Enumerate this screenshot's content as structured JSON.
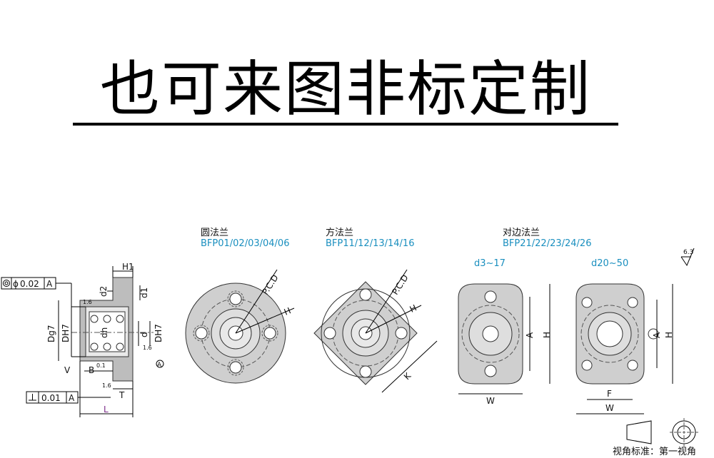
{
  "banner": {
    "text": "也可来图非标定制"
  },
  "side_view": {
    "tol_concentricity": "0.02",
    "tol_concentricity_ref": "A",
    "tol_perp": "0.01",
    "tol_perp_ref": "A",
    "labels": {
      "H1": "H1",
      "d2": "d2",
      "d1": "d1",
      "dh": "dh",
      "d": "d",
      "Dg7": "Dg7",
      "DH7a": "DH7",
      "DH7b": "DH7",
      "V": "V",
      "B": "B",
      "T": "T",
      "L": "L",
      "r16a": "1.6",
      "r16b": "1.6",
      "r16c": "1.6",
      "r01": "0.1",
      "ref_A": "A"
    }
  },
  "round_flange": {
    "title": "圆法兰",
    "models": "BFP01/02/03/04/06",
    "labels": {
      "pcd": "P.C.D",
      "H": "H"
    }
  },
  "square_flange": {
    "title": "方法兰",
    "models": "BFP11/12/13/14/16",
    "labels": {
      "pcd": "P.C.D",
      "H": "H",
      "K": "K"
    }
  },
  "cut_flange": {
    "title": "对边法兰",
    "models": "BFP21/22/23/24/26",
    "small": {
      "range": "d3~17",
      "A": "A",
      "H": "H",
      "W": "W"
    },
    "large": {
      "range": "d20~50",
      "A": "A",
      "H": "H",
      "F": "F",
      "W": "W"
    }
  },
  "roughness": "6.3",
  "projection_note": "视角标准：第一视角",
  "colors": {
    "cyan": "#1a8fbf",
    "gray": "#c8c8c8",
    "dark": "#333333",
    "purple": "#7a2a8a"
  }
}
